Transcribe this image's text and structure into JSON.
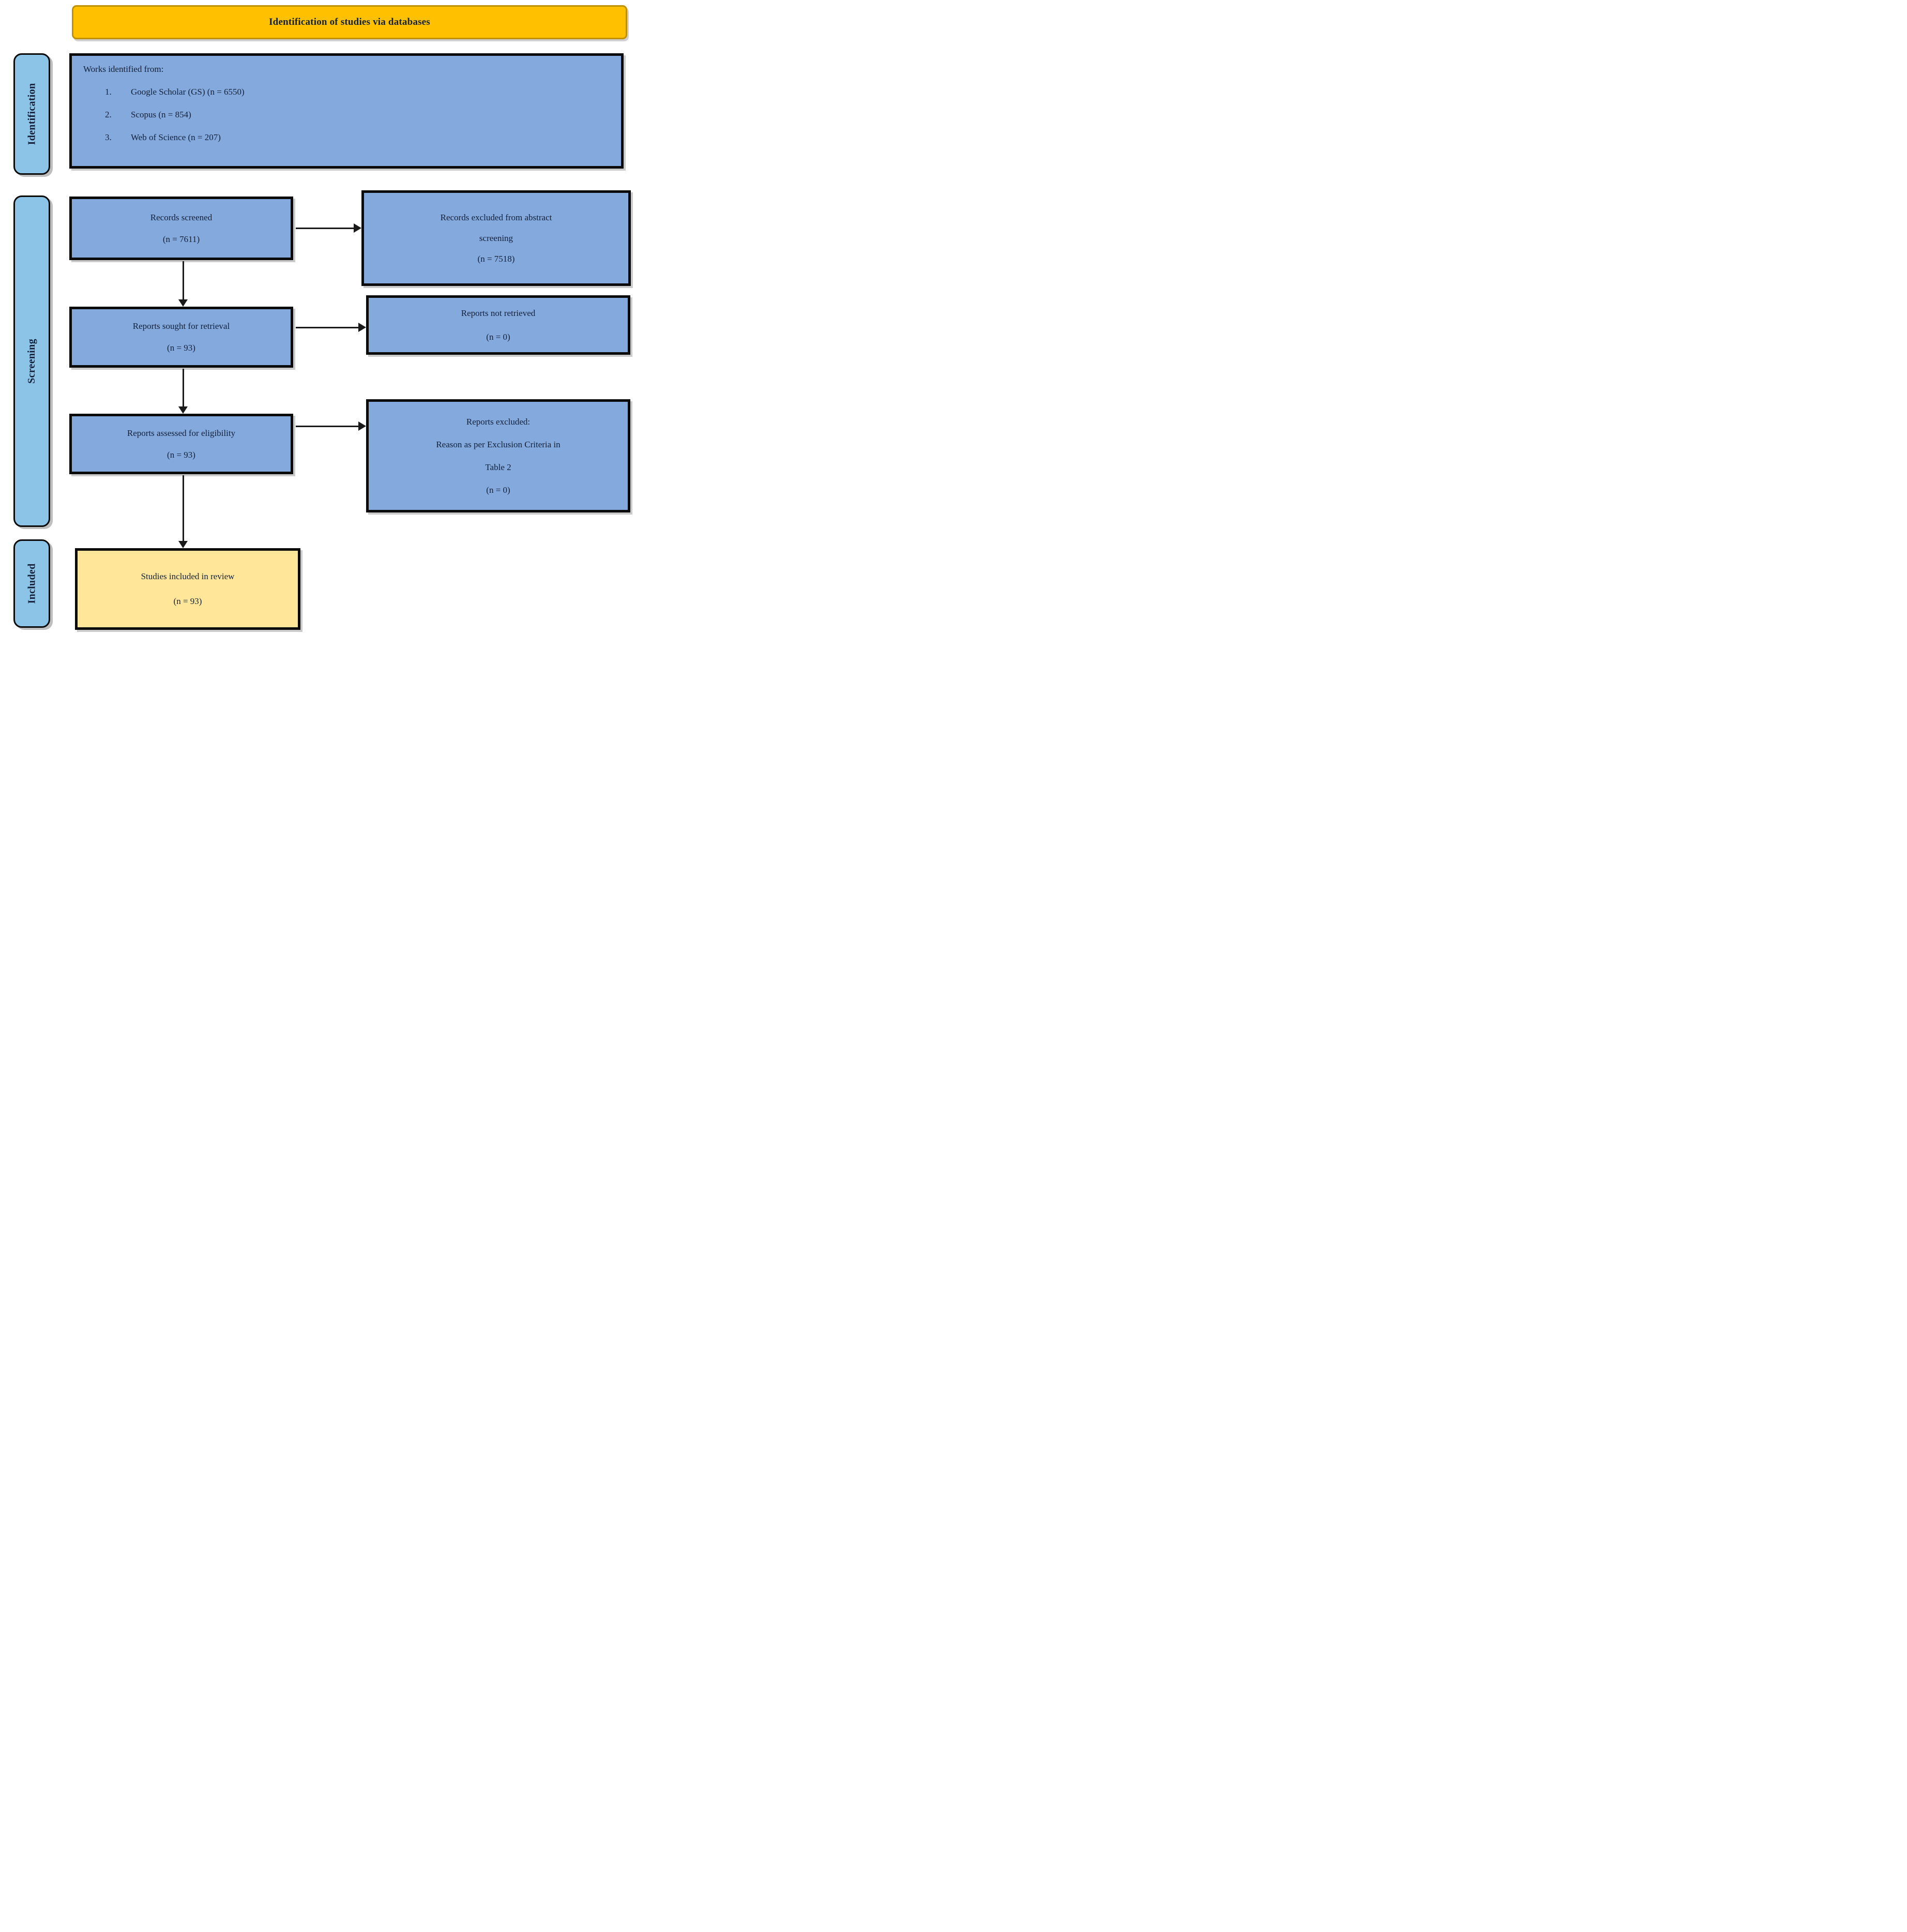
{
  "header": {
    "title": "Identification of studies via databases"
  },
  "sidebar": {
    "identification_label": "Identification",
    "screening_label": "Screening",
    "included_label": "Included"
  },
  "boxes": {
    "works_identified": {
      "title": "Works identified from:",
      "items": [
        {
          "num": "1.",
          "label": "Google Scholar (GS) (n = 6550)"
        },
        {
          "num": "2.",
          "label": "Scopus (n = 854)"
        },
        {
          "num": "3.",
          "label": "Web of Science (n = 207)"
        }
      ]
    },
    "records_screened": {
      "lines": [
        "Records screened",
        "(n = 7611)"
      ]
    },
    "records_excluded": {
      "lines": [
        "Records excluded from abstract",
        "screening",
        "(n = 7518)"
      ]
    },
    "reports_sought": {
      "lines": [
        "Reports sought for retrieval",
        "(n = 93)"
      ]
    },
    "reports_not_retrieved": {
      "lines": [
        "Reports not retrieved",
        "(n = 0)"
      ]
    },
    "reports_assessed": {
      "lines": [
        "Reports assessed for eligibility",
        "(n = 93)"
      ]
    },
    "reports_excluded": {
      "lines": [
        "Reports excluded:",
        "Reason as per Exclusion Criteria in",
        "Table 2",
        "(n = 0)"
      ]
    },
    "studies_included": {
      "lines": [
        "Studies included in review",
        "(n = 93)"
      ]
    }
  },
  "colors": {
    "header_bg": "#FFC000",
    "header_border": "#BF9000",
    "stage_bg": "#8CC4E8",
    "box_bg": "#83A9DD",
    "included_bg": "#FFE699",
    "box_border": "#0B0B0B",
    "ink": "#13203A",
    "arrow": "#1A1A1A"
  }
}
